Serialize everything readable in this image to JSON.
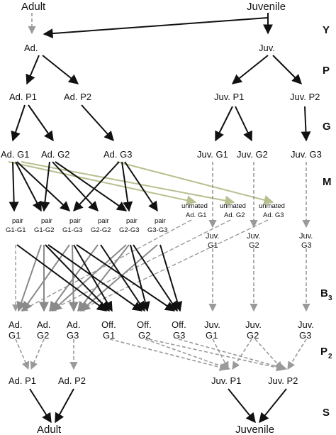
{
  "top": {
    "adult": "Adult",
    "juvenile": "Juvenile"
  },
  "bottom": {
    "adult": "Adult",
    "juvenile": "Juvenile"
  },
  "stages": {
    "Y": "Y",
    "P": "P",
    "G": "G",
    "M": "M",
    "B": "B",
    "B_sub": "3",
    "P2": "P",
    "P2_sub": "2",
    "S": "S"
  },
  "nodes": {
    "ad": "Ad.",
    "juv": "Juv.",
    "adp1": "Ad. P1",
    "adp2": "Ad. P2",
    "juvp1": "Juv. P1",
    "juvp2": "Juv. P2",
    "adg1": "Ad. G1",
    "adg2": "Ad. G2",
    "adg3": "Ad. G3",
    "juvg1": "Juv. G1",
    "juvg2": "Juv. G2",
    "juvg3": "Juv. G3",
    "pair_word": "pair",
    "pair_g1g1": "G1-G1",
    "pair_g1g2": "G1-G2",
    "pair_g1g3": "G1-G3",
    "pair_g2g2": "G2-G2",
    "pair_g2g3": "G2-G3",
    "pair_g3g3": "G3-G3",
    "unmated_word": "unmated",
    "unm_g1": "Ad. G1",
    "unm_g2": "Ad. G2",
    "unm_g3": "Ad. G3",
    "juv_word": "Juv.",
    "jg1": "G1",
    "jg2": "G2",
    "jg3": "G3",
    "ad_word": "Ad.",
    "off_word": "Off.",
    "b_g1": "G1",
    "b_g2": "G2",
    "b_g3": "G3",
    "p2_adp1": "Ad. P1",
    "p2_adp2": "Ad. P2",
    "p2_juvp1": "Juv. P1",
    "p2_juvp2": "Juv. P2"
  },
  "colors": {
    "solid": "#111111",
    "gray": "#8a8a8a",
    "dashed": "#9a9a9a",
    "olive": "#b9bf8e"
  }
}
